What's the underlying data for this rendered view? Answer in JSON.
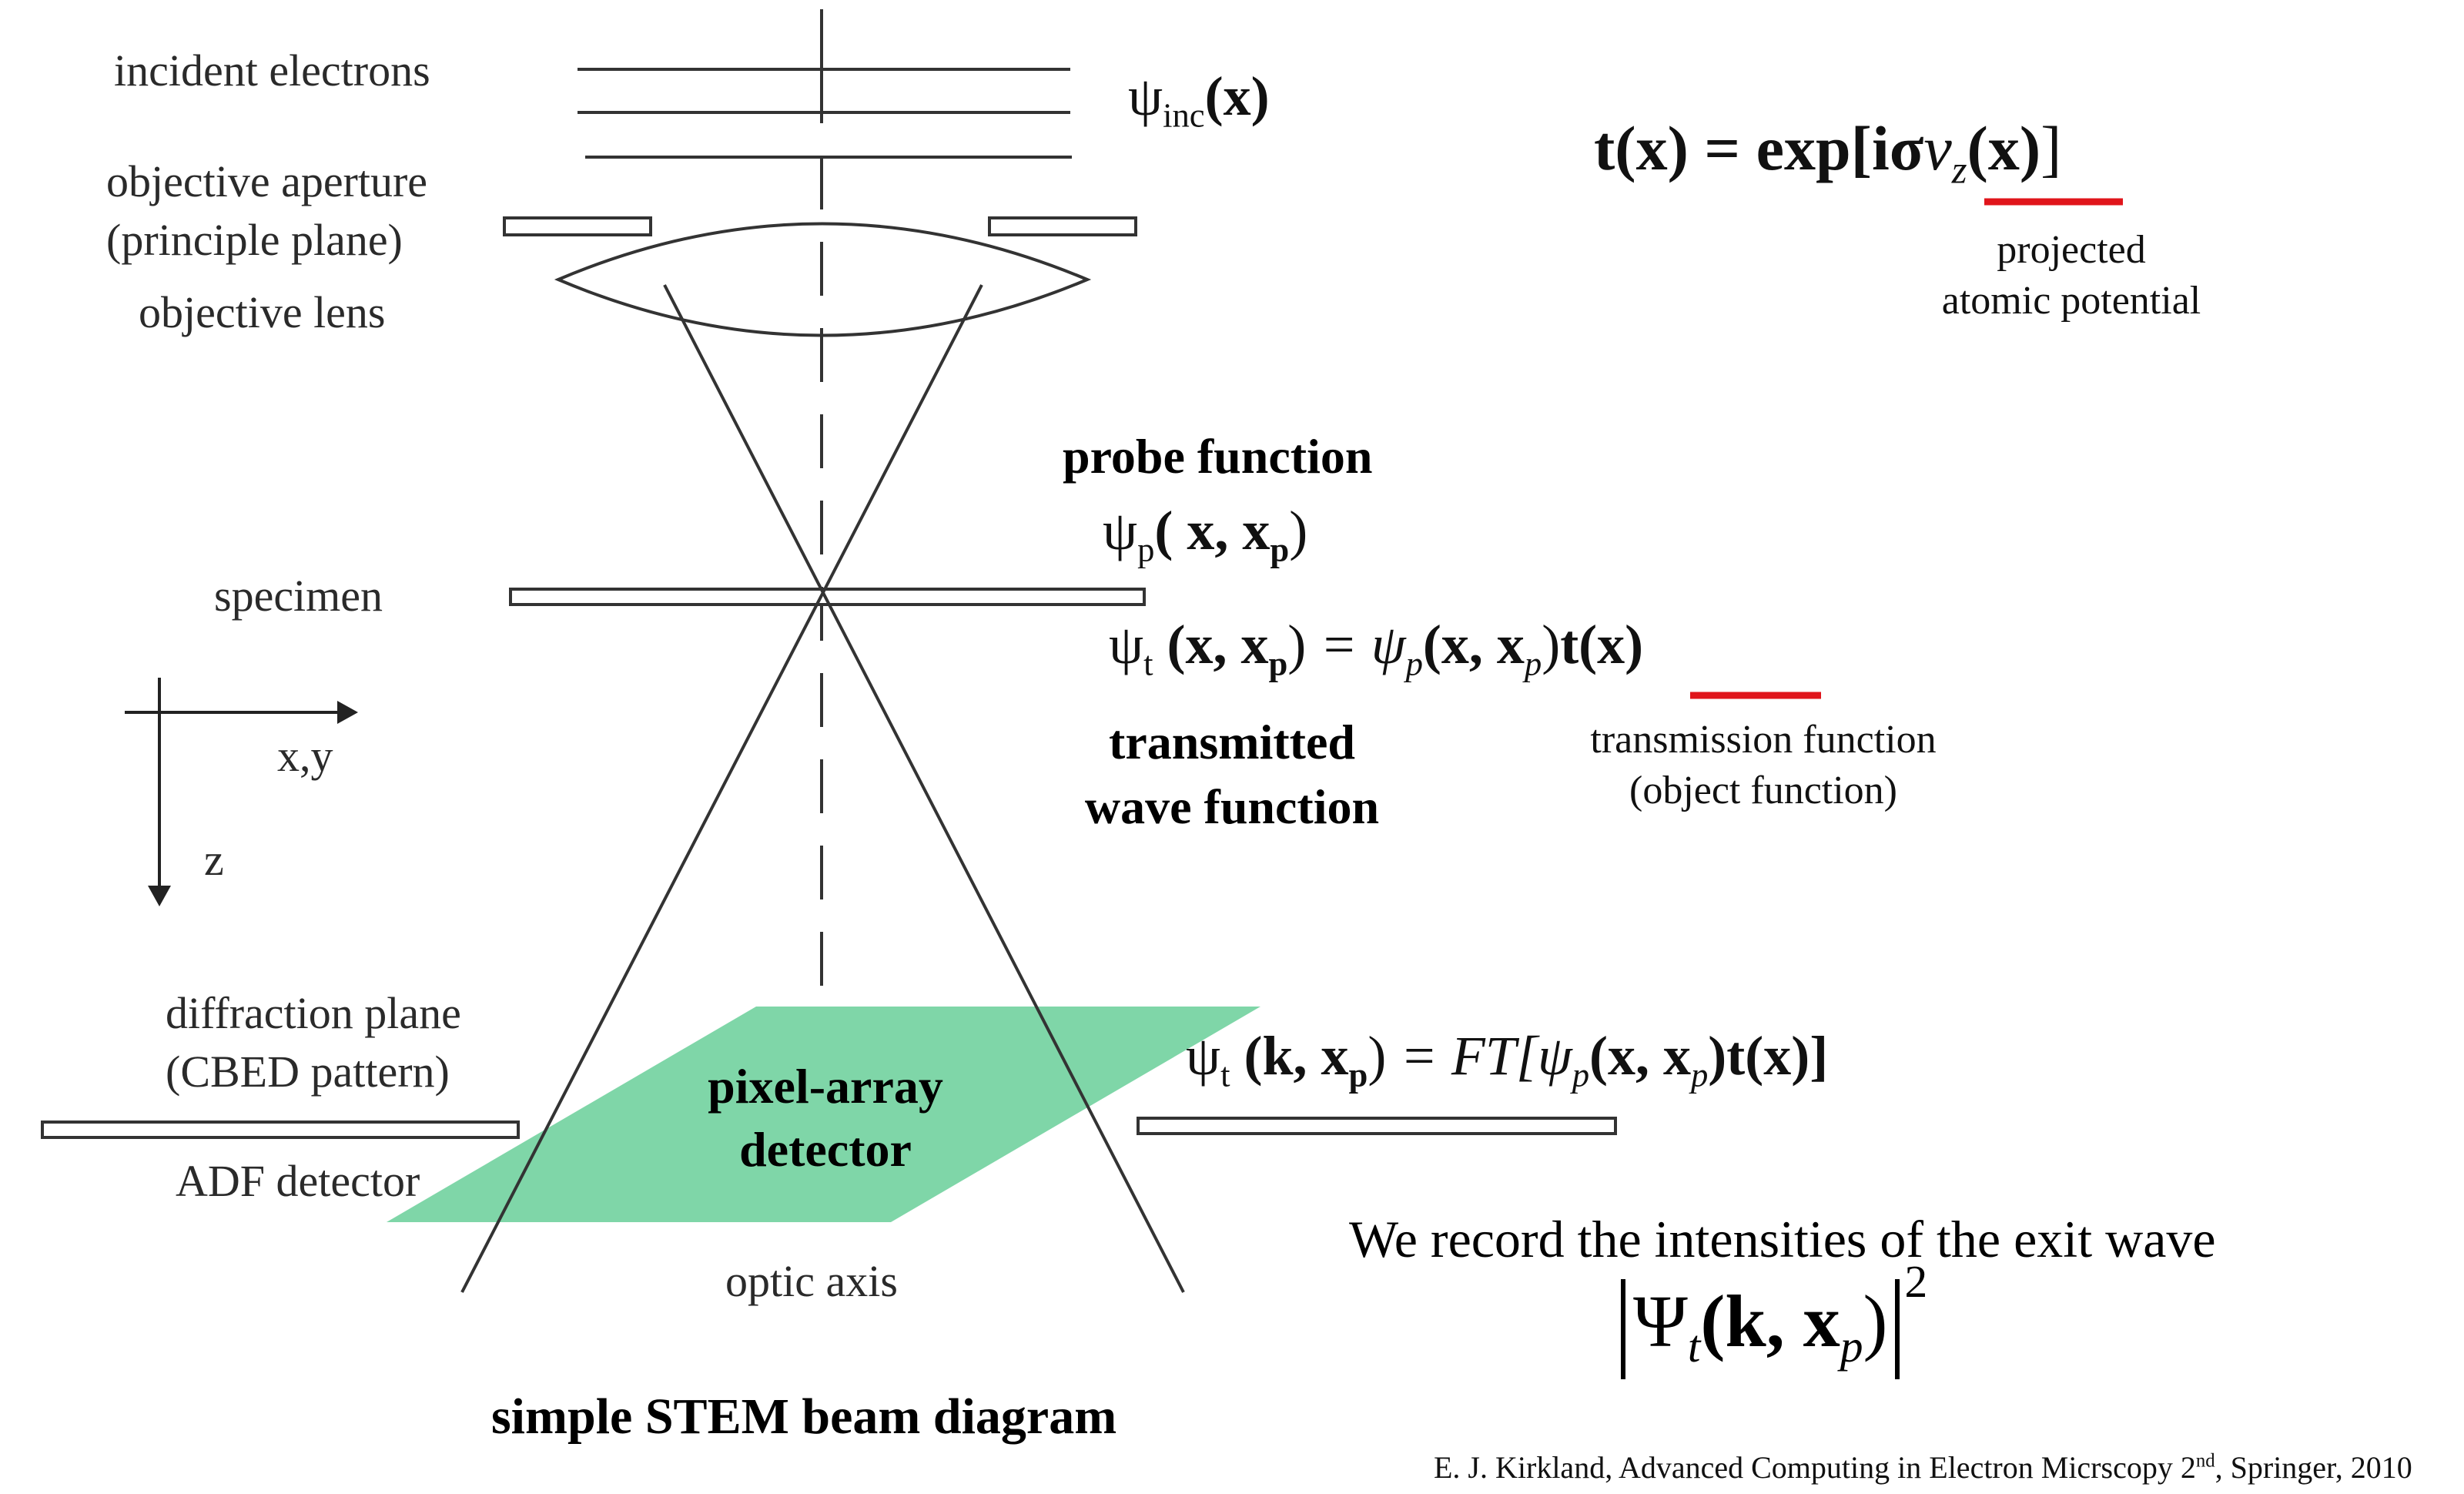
{
  "left_labels": {
    "incident_electrons": "incident electrons",
    "objective_aperture_1": "objective aperture",
    "objective_aperture_2": "(principle plane)",
    "objective_lens": "objective  lens",
    "specimen": "specimen",
    "xy": "x,y",
    "z": "z",
    "diffraction_plane_1": "diffraction plane",
    "diffraction_plane_2": "(CBED pattern)",
    "adf_detector": "ADF detector",
    "optic_axis": "optic axis"
  },
  "detector": {
    "line1": "pixel-array",
    "line2": "detector"
  },
  "psi_inc": {
    "sym": "ψ",
    "sub": "inc",
    "arg": "(x)"
  },
  "probe": {
    "title": "probe function",
    "sym": "ψ",
    "sub": "p",
    "arg": "( x, x",
    "arg_sub": "p",
    "close": ")"
  },
  "transmitted": {
    "lhs": "ψ",
    "lhs_sub": "t",
    "lhs_arg": " (x, x",
    "lhs_arg_sub": "p",
    "lhs_close": ")",
    "rhs": "= ψ",
    "rhs_sub": "p",
    "rhs_arg": "(x, x",
    "rhs_arg_sub": "p",
    "rhs_close": ")",
    "rhs_t": "t(x)",
    "title_1": "transmitted",
    "title_2": "wave function"
  },
  "transmission_note": {
    "line1": "transmission function",
    "line2": "(object function)"
  },
  "tx_equation": {
    "lhs": "t(x) = exp[iσ",
    "v": "v",
    "v_sub": "z",
    "arg": "(x)",
    "close": "]"
  },
  "projected_note": {
    "line1": "projected",
    "line2": "atomic potential"
  },
  "ft_equation": {
    "lhs": "ψ",
    "lhs_sub": "t",
    "lhs_arg": " (k, x",
    "lhs_arg_sub": "p",
    "lhs_close": ")",
    "rhs": "= FT[ψ",
    "rhs_sub": "p",
    "rhs_arg": "(x, x",
    "rhs_arg_sub": "p",
    "rhs_close": ")t(x)]"
  },
  "record": {
    "text": "We record the intensities of the exit wave",
    "formula": "Ψ",
    "formula_sub": "t",
    "formula_arg": "(k, x",
    "formula_arg_sub": "p",
    "formula_close": ")",
    "exp": "2"
  },
  "caption": "simple STEM beam diagram",
  "citation": {
    "text": "E. J. Kirkland, Advanced Computing in Electron Micrscopy 2",
    "sup": "nd",
    "tail": ", Springer, 2010"
  },
  "colors": {
    "detector_fill": "#7fd6a8",
    "underline_red": "#e0151b",
    "line": "#333333"
  }
}
